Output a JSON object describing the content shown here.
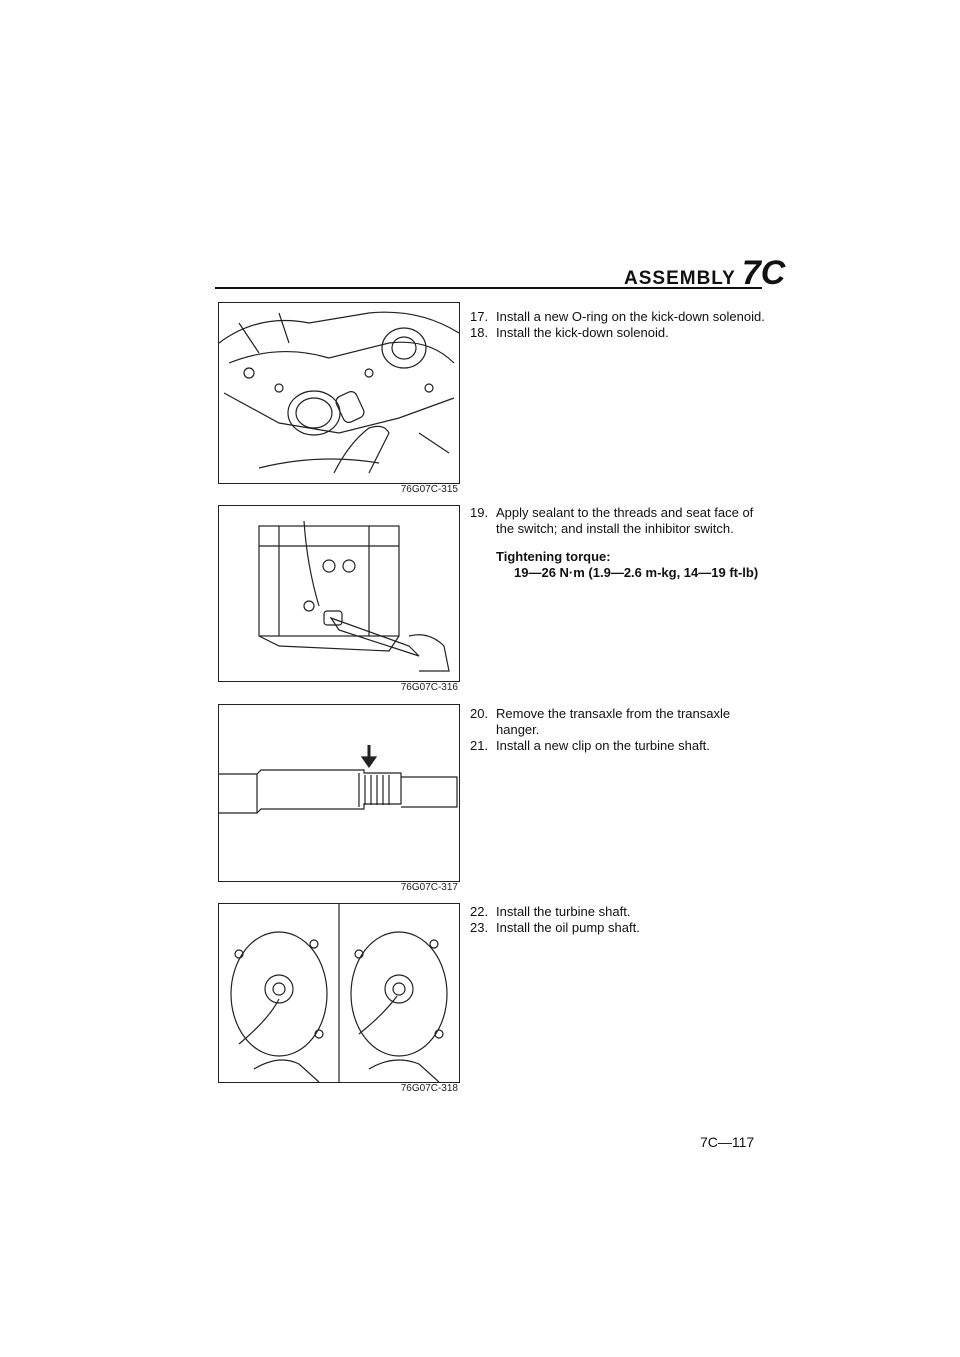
{
  "header": {
    "section_title": "ASSEMBLY",
    "section_code": "7C"
  },
  "figures": [
    {
      "code": "76G07C-315"
    },
    {
      "code": "76G07C-316"
    },
    {
      "code": "76G07C-317"
    },
    {
      "code": "76G07C-318"
    }
  ],
  "blocks": [
    {
      "steps": [
        {
          "num": "17.",
          "text": "Install a new O-ring on the kick-down solenoid."
        },
        {
          "num": "18.",
          "text": "Install the kick-down solenoid."
        }
      ]
    },
    {
      "steps": [
        {
          "num": "19.",
          "text": "Apply sealant to the threads and seat face of the switch; and install the inhibitor switch."
        }
      ],
      "torque_label": "Tightening torque:",
      "torque_value": "19—26 N·m (1.9—2.6 m-kg, 14—19 ft-lb)"
    },
    {
      "steps": [
        {
          "num": "20.",
          "text": "Remove the transaxle from the transaxle hanger."
        },
        {
          "num": "21.",
          "text": "Install a new clip on the turbine shaft."
        }
      ]
    },
    {
      "steps": [
        {
          "num": "22.",
          "text": "Install the turbine shaft."
        },
        {
          "num": "23.",
          "text": "Install the oil pump shaft."
        }
      ]
    }
  ],
  "page_number": "7C—117"
}
